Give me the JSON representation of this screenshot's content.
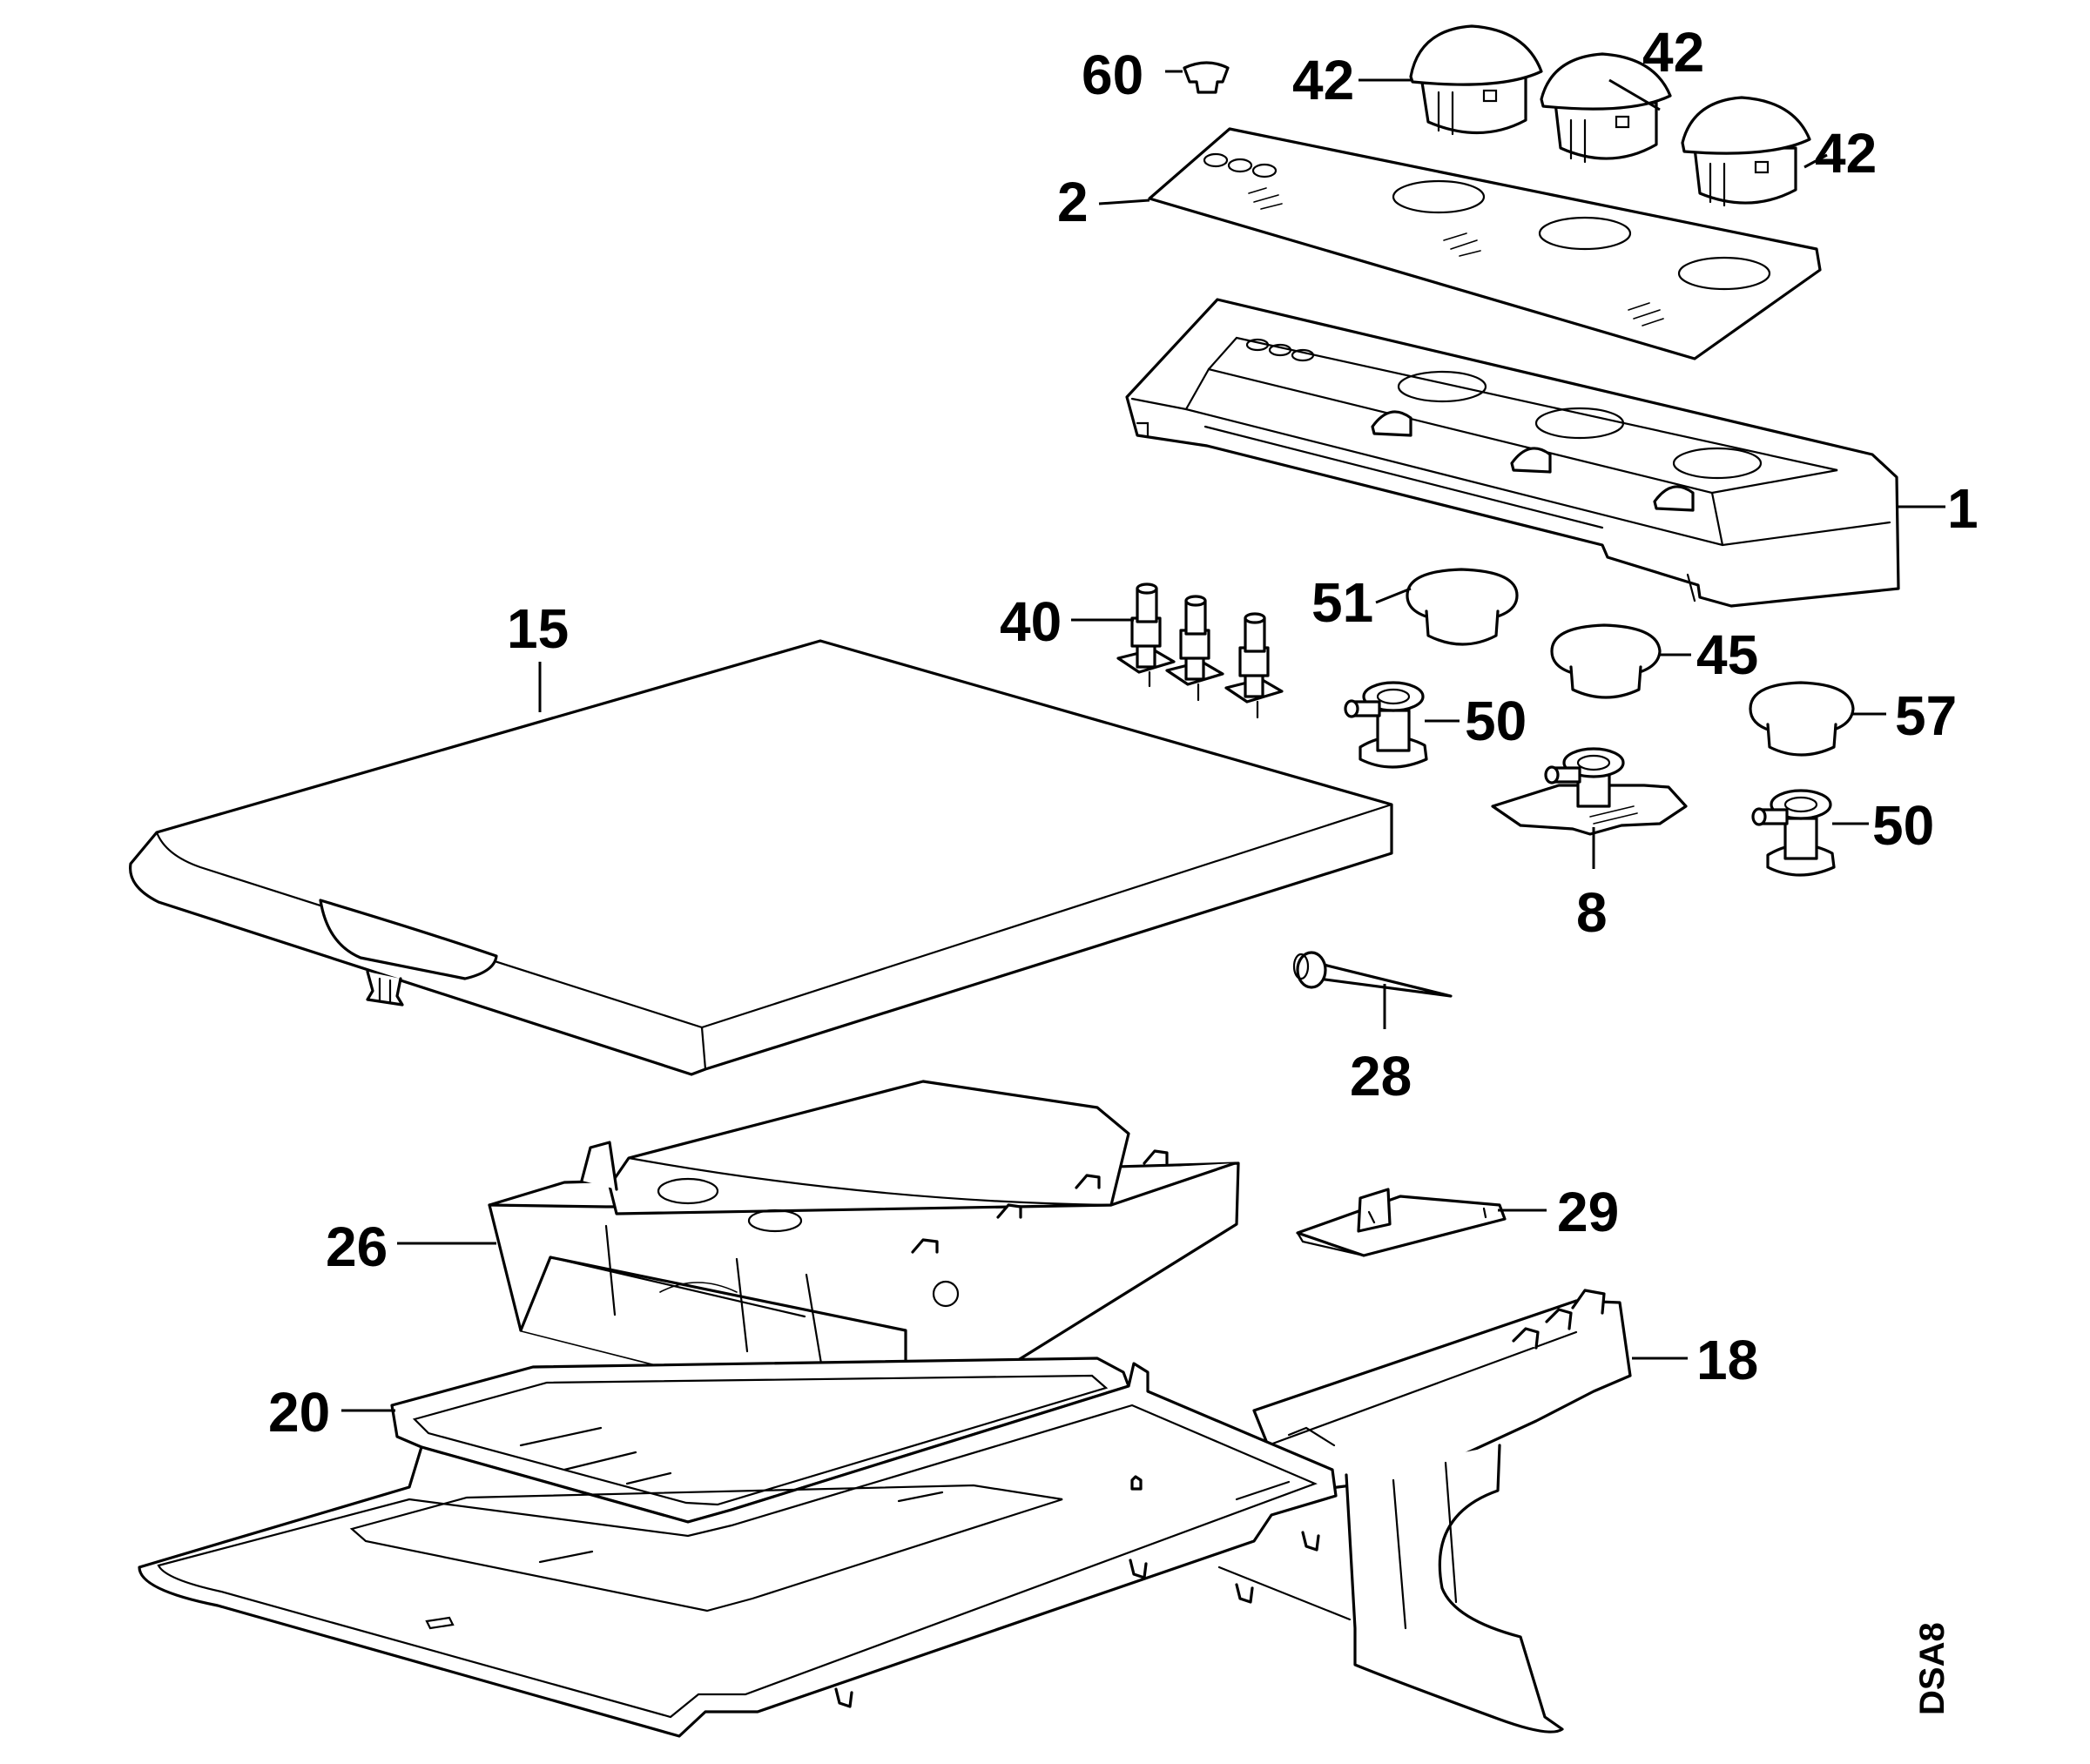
{
  "diagram": {
    "code": "DSA8",
    "labels": {
      "p60": "60",
      "p42a": "42",
      "p42b": "42",
      "p42c": "42",
      "p2": "2",
      "p1": "1",
      "p51": "51",
      "p45": "45",
      "p57": "57",
      "p40": "40",
      "p50a": "50",
      "p50b": "50",
      "p8": "8",
      "p15": "15",
      "p28": "28",
      "p29": "29",
      "p26": "26",
      "p18": "18",
      "p20": "20"
    }
  }
}
